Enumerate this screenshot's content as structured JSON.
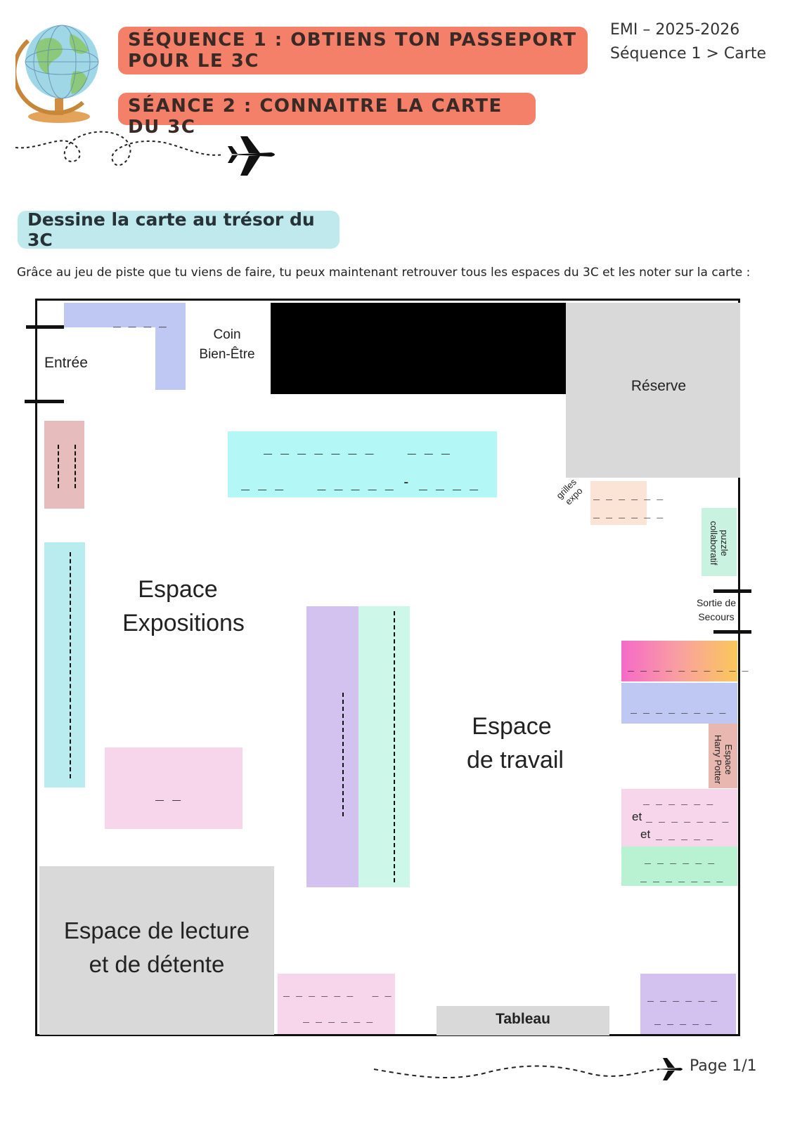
{
  "header": {
    "sequence_title": "Séquence 1 : Obtiens ton passeport pour le 3C",
    "session_title": "Séance 2 : connaitre la carte du 3C",
    "meta_line1": "EMI – 2025-2026",
    "meta_line2": "Séquence 1 > Carte"
  },
  "section": {
    "heading": "Dessine la carte au trésor du 3C",
    "intro": "Grâce au jeu de piste que tu viens de faire, tu peux maintenant retrouver tous les espaces du 3C et les noter sur la carte :"
  },
  "map": {
    "entree": "Entrée",
    "coin_1": "Coin",
    "coin_2": "Bien-Être",
    "reserve": "Réserve",
    "grilles_1": "grilles",
    "grilles_2": "expo",
    "puzzle_1": "puzzle",
    "puzzle_2": "collaboratif",
    "sortie_1": "Sortie de",
    "sortie_2": "Secours",
    "expositions_1": "Espace",
    "expositions_2": "Expositions",
    "travail_1": "Espace",
    "travail_2": "de travail",
    "harry_1": "Espace",
    "harry_2": "Harry Potter",
    "lecture_1": "Espace de lecture",
    "lecture_2": "et de détente",
    "tableau": "Tableau",
    "et": "et"
  },
  "footer": {
    "page": "Page 1/1"
  },
  "colors": {
    "orange": "#f4806a",
    "teal_pill": "#bfe9ec",
    "blue": "#bfc8f2",
    "cyan": "#b3f7f7",
    "pink_rose": "#e6bcbc",
    "light_pink": "#f7d6ec",
    "lavender": "#d3c2f0",
    "mint": "#cdf7e8",
    "green": "#b9f2d2",
    "peach": "#fbe3d6",
    "grey": "#d9d9d9"
  }
}
